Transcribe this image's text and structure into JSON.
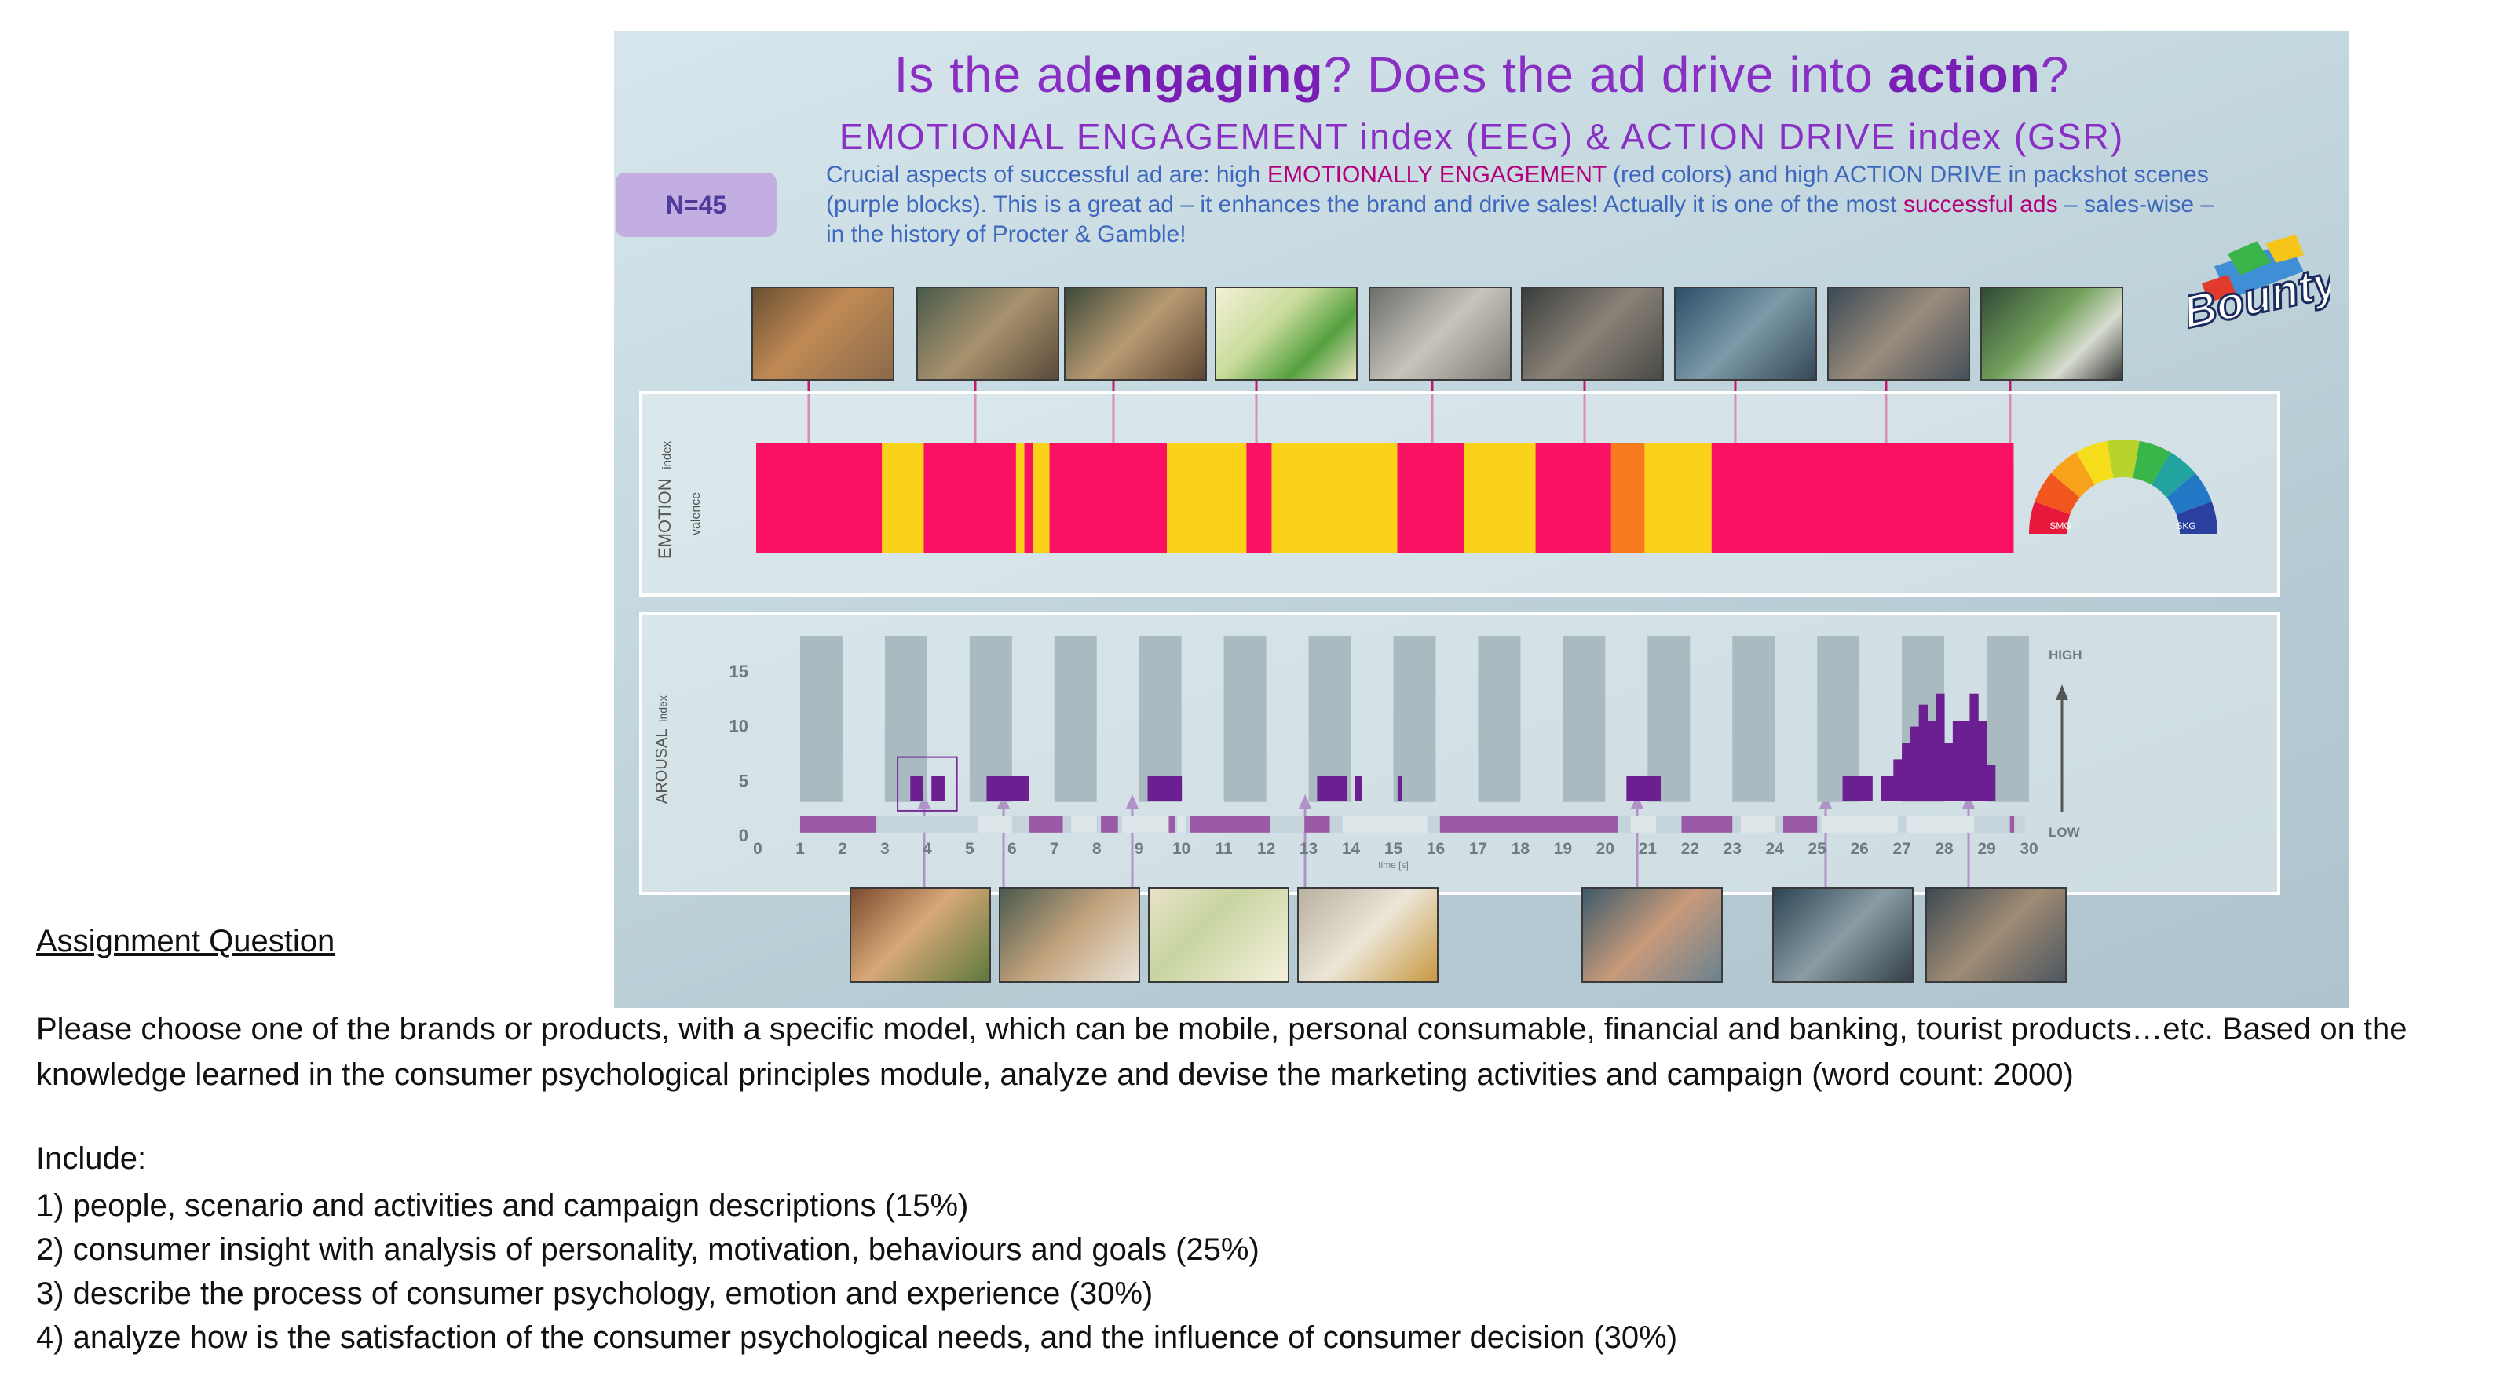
{
  "slide": {
    "title_line1_parts": [
      "Is the ad ",
      "engaging",
      "? Does the ad drive into ",
      "action",
      "?"
    ],
    "title_line2": "EMOTIONAL ENGAGEMENT index (EEG) & ACTION DRIVE index (GSR)",
    "n_badge": "N=45",
    "description": {
      "part1": "Crucial aspects of successful ad are: high ",
      "highlight1": "EMOTIONALLY ENGAGEMENT",
      "part2": " (red colors) and high ACTION DRIVE in packshot scenes (purple blocks).  This is a great ad – it enhances the brand and drive sales! Actually it is one of the most ",
      "highlight2": "successful ads",
      "part3": " – sales-wise – in the history of Procter & Gamble!"
    },
    "logo_text": "Bounty",
    "emotion_label": "EMOTION",
    "emotion_sublabel": "index",
    "emotion_axis_label": "valence",
    "arousal_label": "AROUSAL",
    "arousal_sublabel": "index",
    "arousal_high": "HIGH",
    "arousal_low": "LOW",
    "time_label": "time [s]",
    "colors": {
      "title": "#8a2fc4",
      "desc": "#3d68bd",
      "highlight": "#b4007a",
      "emotion_high": "#fb1164",
      "emotion_mid": "#fbd21a",
      "arousal": "#6c1f91",
      "packshot_block": "#9b5aa8",
      "column": "#a9bbc1"
    }
  },
  "chart_data": [
    {
      "type": "heatmap",
      "title": "",
      "xlabel": "",
      "ylabel": "EMOTION index valence",
      "segments": [
        {
          "from": 0,
          "to": 3,
          "level": "high"
        },
        {
          "from": 3,
          "to": 4,
          "level": "medium"
        },
        {
          "from": 4,
          "to": 6.2,
          "level": "high"
        },
        {
          "from": 6.2,
          "to": 6.4,
          "level": "medium"
        },
        {
          "from": 6.4,
          "to": 6.6,
          "level": "high"
        },
        {
          "from": 6.6,
          "to": 7,
          "level": "medium"
        },
        {
          "from": 7,
          "to": 9.8,
          "level": "high"
        },
        {
          "from": 9.8,
          "to": 11.7,
          "level": "medium"
        },
        {
          "from": 11.7,
          "to": 12.3,
          "level": "high"
        },
        {
          "from": 12.3,
          "to": 15.3,
          "level": "medium"
        },
        {
          "from": 15.3,
          "to": 16.9,
          "level": "high"
        },
        {
          "from": 16.9,
          "to": 18.6,
          "level": "medium"
        },
        {
          "from": 18.6,
          "to": 20.4,
          "level": "high"
        },
        {
          "from": 20.4,
          "to": 21.2,
          "level": "orange"
        },
        {
          "from": 21.2,
          "to": 22.8,
          "level": "medium"
        },
        {
          "from": 22.8,
          "to": 30,
          "level": "high"
        }
      ],
      "xlim": [
        0,
        30
      ],
      "gauge_labels": [
        "SMG",
        "SKG"
      ]
    },
    {
      "type": "bar",
      "title": "",
      "xlabel": "time [s]",
      "ylabel": "AROUSAL index",
      "x_ticks": [
        0,
        1,
        2,
        3,
        4,
        5,
        6,
        7,
        8,
        9,
        10,
        11,
        12,
        13,
        14,
        15,
        16,
        17,
        18,
        19,
        20,
        21,
        22,
        23,
        24,
        25,
        26,
        27,
        28,
        29,
        30
      ],
      "y_ticks": [
        0,
        5,
        10,
        15
      ],
      "xlim": [
        0,
        30
      ],
      "ylim": [
        0,
        18
      ],
      "arousal_bars": [
        {
          "x0": 3.6,
          "x1": 3.9,
          "value": 5.5
        },
        {
          "x0": 4.1,
          "x1": 4.4,
          "value": 5.5
        },
        {
          "x0": 5.4,
          "x1": 6.4,
          "value": 5.5
        },
        {
          "x0": 9.2,
          "x1": 10.0,
          "value": 5.5
        },
        {
          "x0": 13.2,
          "x1": 13.9,
          "value": 5.5
        },
        {
          "x0": 14.1,
          "x1": 14.25,
          "value": 5.5
        },
        {
          "x0": 15.1,
          "x1": 15.2,
          "value": 5.5
        },
        {
          "x0": 20.5,
          "x1": 21.3,
          "value": 5.5
        },
        {
          "x0": 25.6,
          "x1": 26.3,
          "value": 5.5
        },
        {
          "x0": 26.5,
          "x1": 26.8,
          "value": 5.5
        },
        {
          "x0": 26.8,
          "x1": 27.0,
          "value": 7
        },
        {
          "x0": 27.0,
          "x1": 27.2,
          "value": 8.5
        },
        {
          "x0": 27.2,
          "x1": 27.4,
          "value": 10
        },
        {
          "x0": 27.4,
          "x1": 27.6,
          "value": 12
        },
        {
          "x0": 27.6,
          "x1": 27.8,
          "value": 10.5
        },
        {
          "x0": 27.8,
          "x1": 28.0,
          "value": 13
        },
        {
          "x0": 28.0,
          "x1": 28.2,
          "value": 8.5
        },
        {
          "x0": 28.2,
          "x1": 28.4,
          "value": 10.5
        },
        {
          "x0": 28.4,
          "x1": 28.6,
          "value": 10.5
        },
        {
          "x0": 28.6,
          "x1": 28.8,
          "value": 13
        },
        {
          "x0": 28.8,
          "x1": 29.0,
          "value": 10.5
        },
        {
          "x0": 29.0,
          "x1": 29.2,
          "value": 6.5
        }
      ],
      "packshot_blocks": [
        {
          "x0": 1.0,
          "x1": 2.8
        },
        {
          "x0": 6.4,
          "x1": 7.2
        },
        {
          "x0": 8.1,
          "x1": 8.5
        },
        {
          "x0": 9.7,
          "x1": 9.85
        },
        {
          "x0": 10.2,
          "x1": 12.1
        },
        {
          "x0": 12.9,
          "x1": 13.5
        },
        {
          "x0": 16.1,
          "x1": 20.3
        },
        {
          "x0": 21.8,
          "x1": 23.0
        },
        {
          "x0": 24.2,
          "x1": 25.0
        },
        {
          "x0": 29.55,
          "x1": 29.65
        }
      ],
      "light_blocks": [
        {
          "x0": 5.2,
          "x1": 6.0
        },
        {
          "x0": 7.4,
          "x1": 8.0
        },
        {
          "x0": 8.6,
          "x1": 9.7
        },
        {
          "x0": 9.9,
          "x1": 10.1
        },
        {
          "x0": 13.8,
          "x1": 15.8
        },
        {
          "x0": 20.6,
          "x1": 21.2
        },
        {
          "x0": 23.2,
          "x1": 24.0
        },
        {
          "x0": 25.1,
          "x1": 26.9
        },
        {
          "x0": 27.1,
          "x1": 28.7
        }
      ]
    }
  ],
  "top_scene_thumbnails": [
    "scene-woman-kitchen",
    "scene-family-kitchen",
    "scene-boy-eating",
    "scene-bounty-packshot",
    "scene-hand-wiping",
    "scene-hands-cleaning",
    "scene-table-mess",
    "scene-kids-table",
    "scene-product-counter"
  ],
  "bottom_scene_thumbnails": [
    "scene-boy-smiling",
    "scene-mother-kitchen",
    "scene-bounty-roll",
    "scene-spill-closeup",
    "scene-child-table",
    "scene-wiping-table",
    "scene-kids-dinner"
  ],
  "assignment": {
    "title": "Assignment Question",
    "body": "Please choose one of the brands or products, with a specific model, which can be mobile, personal consumable, financial and banking, tourist products…etc. Based on the knowledge learned in the consumer psychological principles module, analyze and devise the marketing activities and campaign (word count: 2000)",
    "include_label": "Include:",
    "items": [
      "1)  people, scenario and activities and campaign descriptions (15%)",
      "2)  consumer insight with analysis of personality, motivation, behaviours and goals (25%)",
      "3)  describe the process of consumer psychology, emotion and experience (30%)",
      "4)  analyze how is the satisfaction of the consumer psychological needs, and the influence of consumer decision (30%)"
    ]
  }
}
